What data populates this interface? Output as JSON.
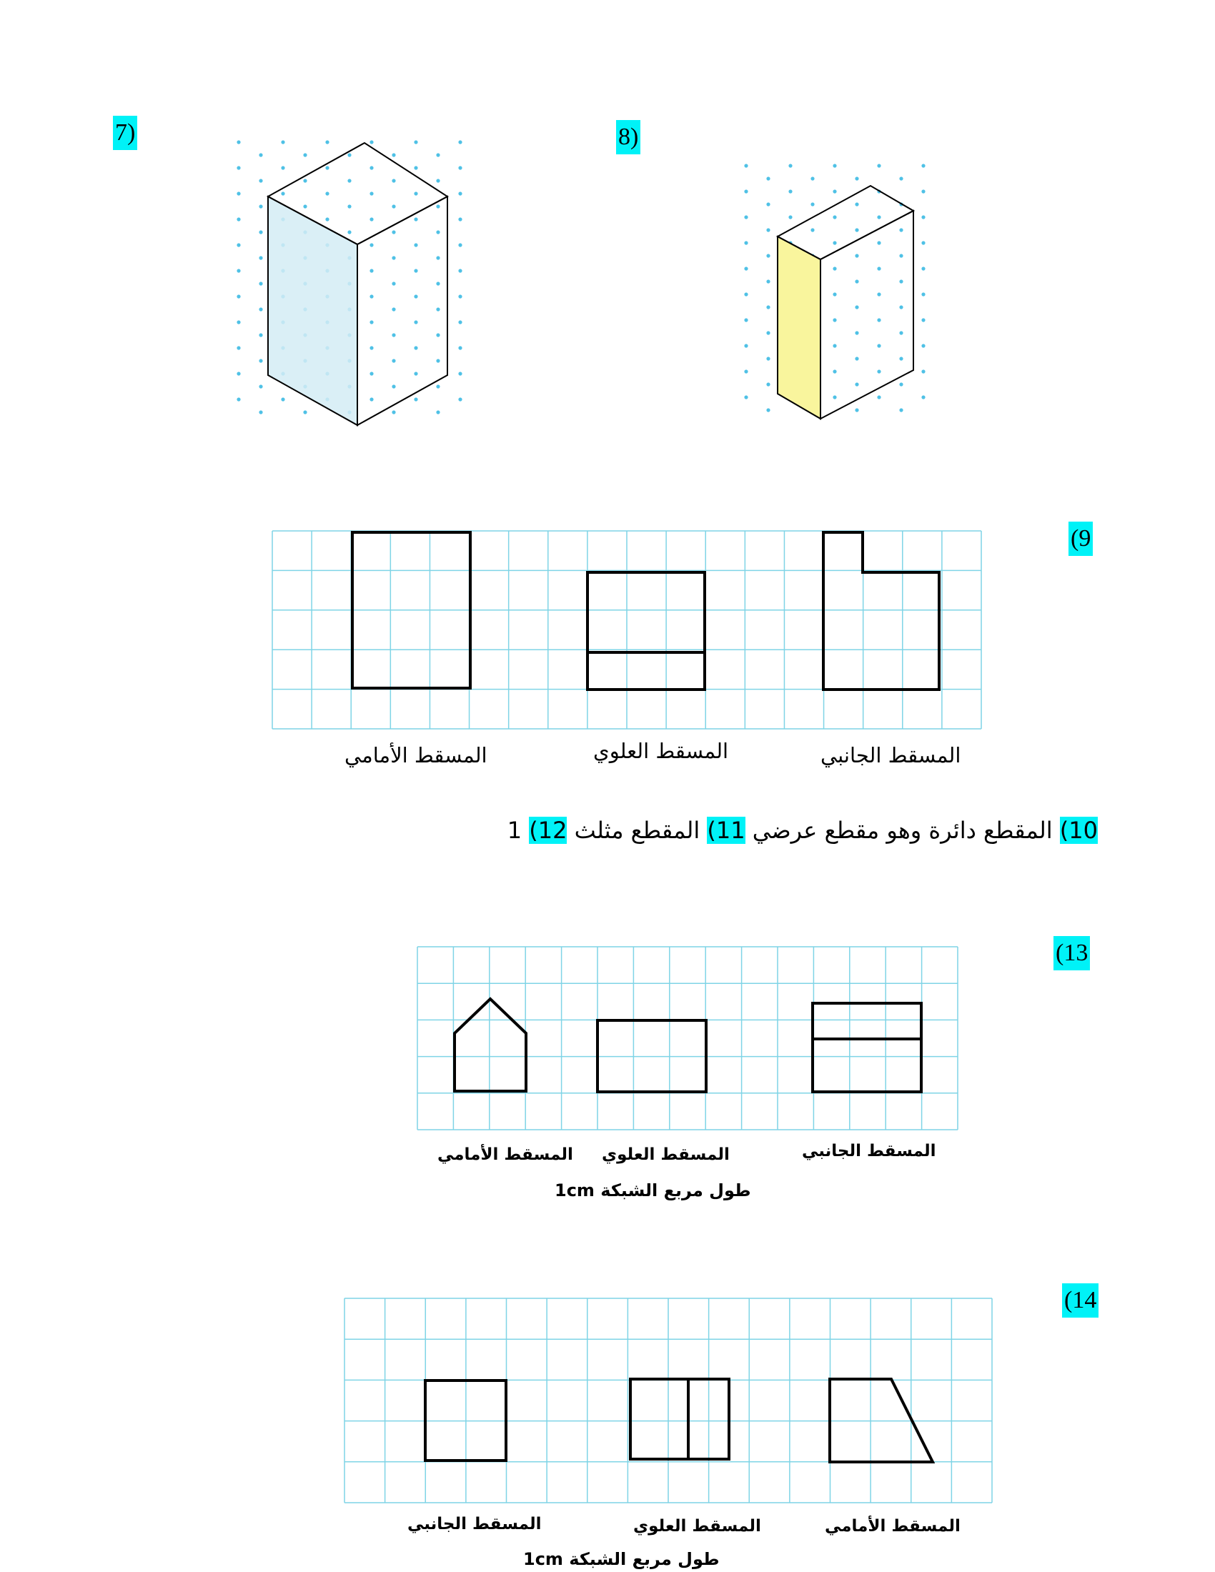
{
  "problems": {
    "p7": {
      "number": "7)"
    },
    "p8": {
      "number": "8)"
    },
    "p9": {
      "number": "(9"
    },
    "p13": {
      "number": "(13"
    },
    "p14": {
      "number": "(14"
    }
  },
  "views": {
    "front": "المسقط الأمامي",
    "top": "المسقط العلوي",
    "side": "المسقط الجانبي"
  },
  "answer_line": {
    "n10": "10)",
    "t10": " المقطع دائرة وهو مقطع عرضي ",
    "n11": "11)",
    "t11": " المقطع مثلث ",
    "n12": "12)",
    "t12": " 1"
  },
  "grid_scale": "طول مربع الشبكة 1cm",
  "colors": {
    "highlight": "#00f2f7",
    "grid": "#7fd4e6",
    "dots": "#4fc1e6",
    "blue_face": "#d4ecf5",
    "yellow_face": "#f9f59d"
  }
}
